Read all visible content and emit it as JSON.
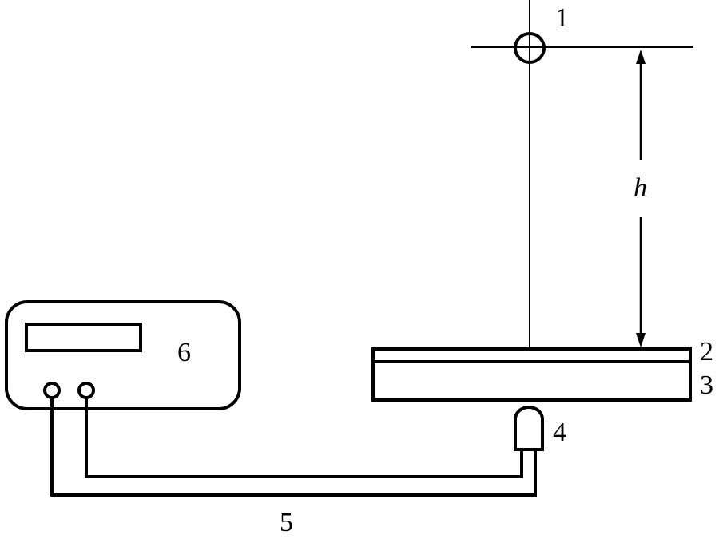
{
  "diagram": {
    "labels": {
      "ball": "1",
      "top_layer": "2",
      "plate": "3",
      "sensor": "4",
      "cable": "5",
      "meter": "6",
      "height": "h"
    }
  }
}
